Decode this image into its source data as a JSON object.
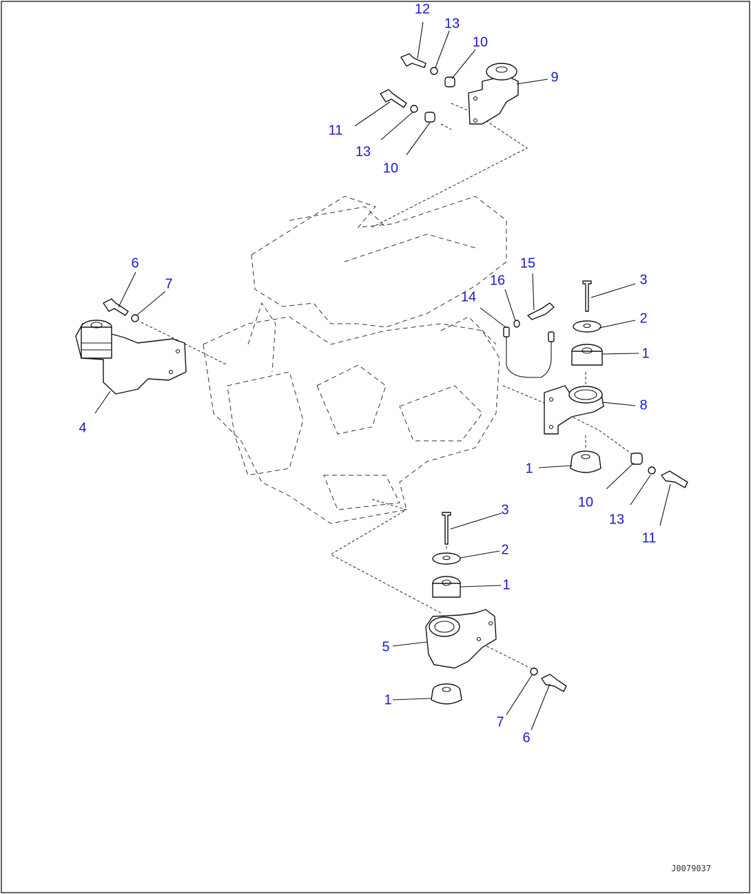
{
  "callouts": {
    "c12_top": "12",
    "c13_top": "13",
    "c10_top": "10",
    "c9": "9",
    "c11_top": "11",
    "c13_top2": "13",
    "c10_top2": "10",
    "c6_left": "6",
    "c7_left": "7",
    "c4": "4",
    "c14": "14",
    "c16": "16",
    "c15": "15",
    "c3_right": "3",
    "c2_right": "2",
    "c1_right_top": "1",
    "c8": "8",
    "c1_right_bottom": "1",
    "c10_right": "10",
    "c13_right": "13",
    "c11_right": "11",
    "c3_bottom": "3",
    "c2_bottom": "2",
    "c1_bottom_top": "1",
    "c5": "5",
    "c1_bottom_bottom": "1",
    "c7_bottom": "7",
    "c6_bottom": "6"
  },
  "document_id": "J0079037"
}
